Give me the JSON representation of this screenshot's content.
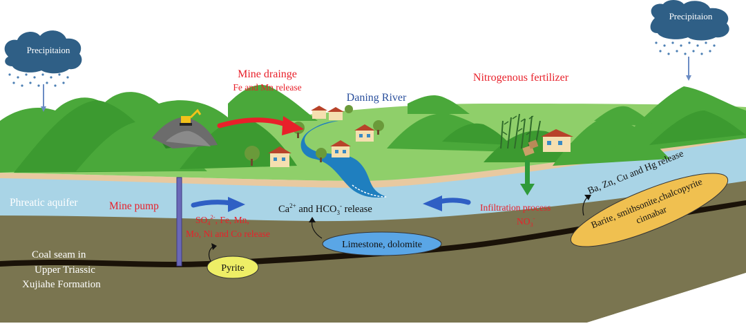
{
  "precipitation_left": "Precipitaion",
  "precipitation_right": "Precipitaion",
  "mine_drainage": {
    "title": "Mine drainge",
    "sub": "Fe and Mn release"
  },
  "river": "Daning River",
  "fertilizer": "Nitrogenous fertilizer",
  "aquifer": "Phreatic aquifer",
  "mine_pump": "Mine pump",
  "release_center": {
    "a": "Ca",
    "a_sup": "2+",
    "b": " and HCO",
    "b_sub": "3",
    "b_sup": "-",
    "c": " release"
  },
  "release_left": {
    "line1_a": "SO",
    "line1_sub": "4",
    "line1_sup": "2-",
    "line1_b": ", Fe, Mn,",
    "line2": "Mo, Ni and Co release"
  },
  "infiltration": {
    "line1": "Infiltration process",
    "no3": "NO",
    "no3_sub": "3",
    "no3_sup": "-"
  },
  "metals_release": "Ba, Zn, Cu and Hg release",
  "minerals": {
    "line1": "Barite, smithsonite,chalcopyrite",
    "line2": "cinnabar"
  },
  "limestone": "Limestone, dolomite",
  "pyrite": "Pyrite",
  "coal": {
    "line1": "Coal seam in",
    "line2": "Upper Triassic",
    "line3": "Xujiahe Formation"
  },
  "colors": {
    "cloud": "#2f5f86",
    "rain": "#4c7fb3",
    "mountain": "#4aa83a",
    "mountain_dark": "#2f7f2a",
    "grass": "#8fcf6a",
    "beach": "#e8c9a0",
    "aquifer": "#a9d4e6",
    "soil": "#7a7550",
    "coal": "#1a1208",
    "river": "#1f7fbf",
    "arrow_red": "#e8202a",
    "arrow_blue": "#2f5fc4",
    "arrow_green": "#2f9a3a",
    "pyrite": "#eeee66",
    "limestone": "#5aa6e6",
    "minerals": "#f0c050",
    "pump": "#6a68b8"
  }
}
